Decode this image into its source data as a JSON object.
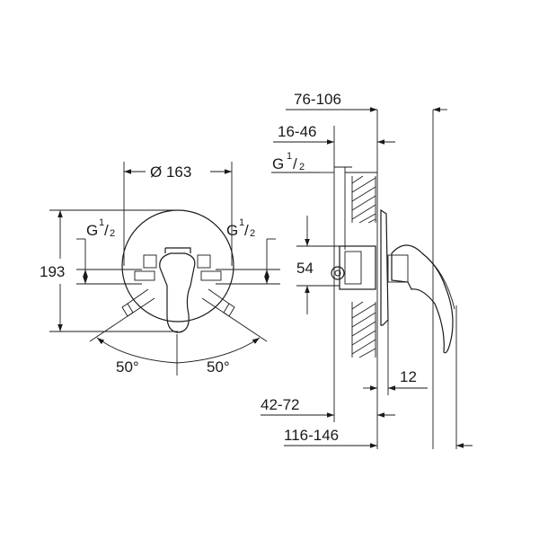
{
  "front_view": {
    "dim_diameter": "Ø 163",
    "dim_height": "193",
    "thread_left": {
      "main": "G",
      "num": "1",
      "den": "2"
    },
    "thread_right": {
      "main": "G",
      "num": "1",
      "den": "2"
    },
    "angle_left": "50°",
    "angle_right": "50°"
  },
  "side_view": {
    "dim_76_106": "76-106",
    "dim_16_46": "16-46",
    "thread": {
      "main": "G",
      "num": "1",
      "den": "2"
    },
    "dim_54": "54",
    "dim_12": "12",
    "dim_42_72": "42-72",
    "dim_116_146": "116-146"
  }
}
